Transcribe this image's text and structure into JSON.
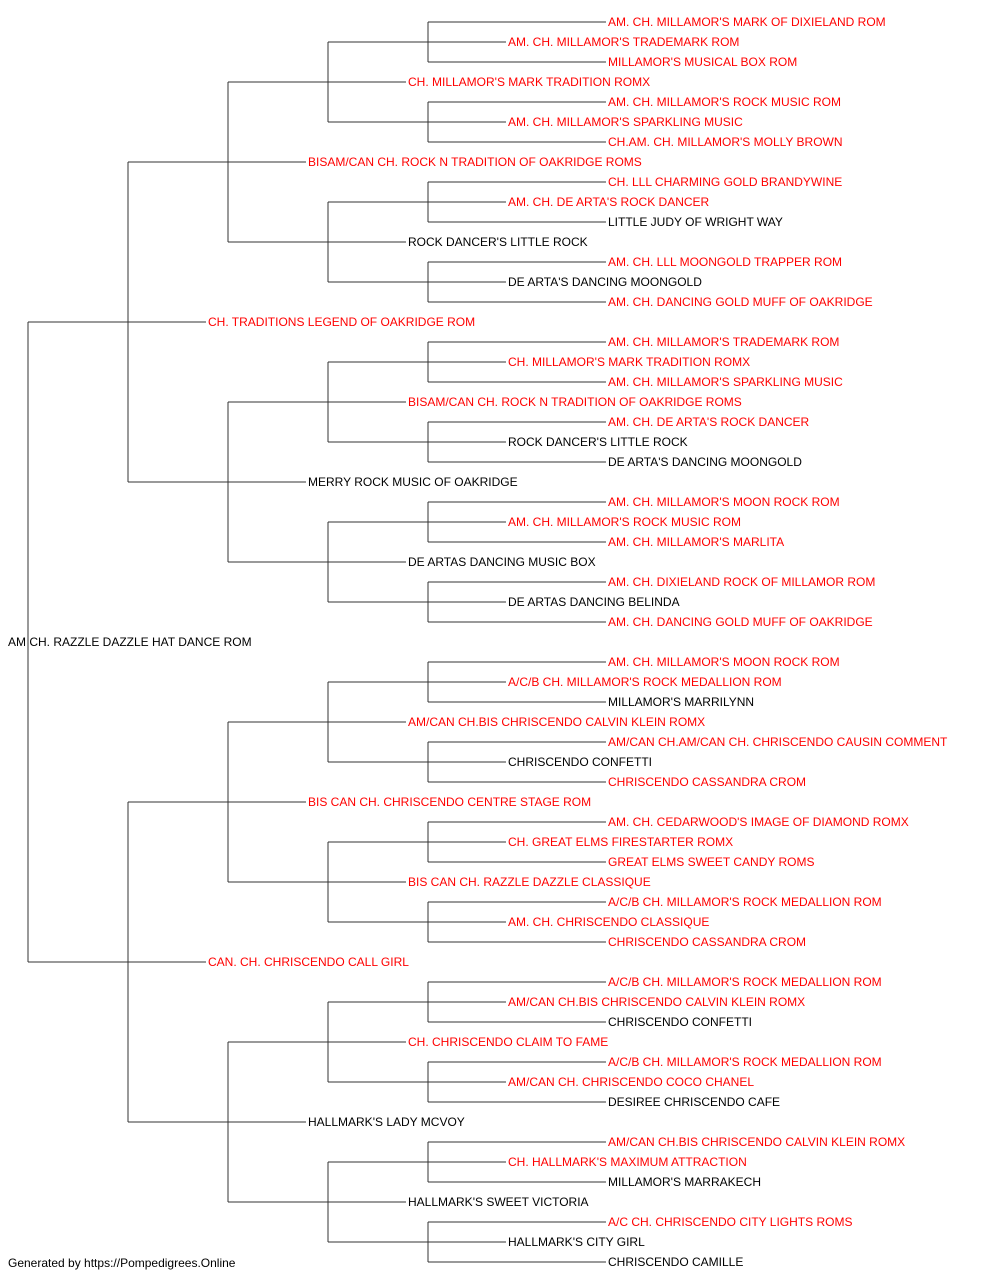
{
  "colors": {
    "titled": "#ff0000",
    "untitled": "#000000",
    "connector": "#333333"
  },
  "pedigree": {
    "name": "AM CH. RAZZLE DAZZLE HAT DANCE ROM",
    "titled": false,
    "sire": {
      "name": "CH. TRADITIONS LEGEND OF OAKRIDGE ROM",
      "titled": true,
      "sire": {
        "name": "BISAM/CAN CH. ROCK N TRADITION OF OAKRIDGE ROMS",
        "titled": true,
        "sire": {
          "name": "CH. MILLAMOR'S MARK TRADITION ROMX",
          "titled": true,
          "sire": {
            "name": "AM. CH. MILLAMOR'S TRADEMARK ROM",
            "titled": true,
            "sire": {
              "name": "AM. CH. MILLAMOR'S MARK OF DIXIELAND ROM",
              "titled": true
            },
            "dam": {
              "name": "MILLAMOR'S MUSICAL BOX ROM",
              "titled": true
            }
          },
          "dam": {
            "name": "AM. CH. MILLAMOR'S SPARKLING MUSIC",
            "titled": true,
            "sire": {
              "name": "AM. CH. MILLAMOR'S ROCK MUSIC ROM",
              "titled": true
            },
            "dam": {
              "name": "CH.AM. CH. MILLAMOR'S MOLLY BROWN",
              "titled": true
            }
          }
        },
        "dam": {
          "name": "ROCK DANCER'S LITTLE ROCK",
          "titled": false,
          "sire": {
            "name": "AM. CH. DE ARTA'S ROCK DANCER",
            "titled": true,
            "sire": {
              "name": "CH. LLL CHARMING GOLD BRANDYWINE",
              "titled": true
            },
            "dam": {
              "name": "LITTLE JUDY OF WRIGHT WAY",
              "titled": false
            }
          },
          "dam": {
            "name": "DE ARTA'S DANCING MOONGOLD",
            "titled": false,
            "sire": {
              "name": "AM. CH. LLL MOONGOLD TRAPPER ROM",
              "titled": true
            },
            "dam": {
              "name": "AM. CH. DANCING GOLD MUFF OF OAKRIDGE",
              "titled": true
            }
          }
        }
      },
      "dam": {
        "name": "MERRY ROCK MUSIC OF OAKRIDGE",
        "titled": false,
        "sire": {
          "name": "BISAM/CAN CH. ROCK N TRADITION OF OAKRIDGE ROMS",
          "titled": true,
          "sire": {
            "name": "CH. MILLAMOR'S MARK TRADITION ROMX",
            "titled": true,
            "sire": {
              "name": "AM. CH. MILLAMOR'S TRADEMARK ROM",
              "titled": true
            },
            "dam": {
              "name": "AM. CH. MILLAMOR'S SPARKLING MUSIC",
              "titled": true
            }
          },
          "dam": {
            "name": "ROCK DANCER'S LITTLE ROCK",
            "titled": false,
            "sire": {
              "name": "AM. CH. DE ARTA'S ROCK DANCER",
              "titled": true
            },
            "dam": {
              "name": "DE ARTA'S DANCING MOONGOLD",
              "titled": false
            }
          }
        },
        "dam": {
          "name": "DE ARTAS DANCING MUSIC BOX",
          "titled": false,
          "sire": {
            "name": "AM. CH. MILLAMOR'S ROCK MUSIC ROM",
            "titled": true,
            "sire": {
              "name": "AM. CH. MILLAMOR'S MOON ROCK ROM",
              "titled": true
            },
            "dam": {
              "name": "AM. CH. MILLAMOR'S MARLITA",
              "titled": true
            }
          },
          "dam": {
            "name": "DE ARTAS DANCING BELINDA",
            "titled": false,
            "sire": {
              "name": "AM. CH. DIXIELAND ROCK OF MILLAMOR ROM",
              "titled": true
            },
            "dam": {
              "name": "AM. CH. DANCING GOLD MUFF OF OAKRIDGE",
              "titled": true
            }
          }
        }
      }
    },
    "dam": {
      "name": "CAN. CH. CHRISCENDO CALL GIRL",
      "titled": true,
      "sire": {
        "name": "BIS CAN CH. CHRISCENDO CENTRE STAGE ROM",
        "titled": true,
        "sire": {
          "name": "AM/CAN CH.BIS CHRISCENDO CALVIN KLEIN ROMX",
          "titled": true,
          "sire": {
            "name": "A/C/B CH. MILLAMOR'S ROCK MEDALLION ROM",
            "titled": true,
            "sire": {
              "name": "AM. CH. MILLAMOR'S MOON ROCK ROM",
              "titled": true
            },
            "dam": {
              "name": "MILLAMOR'S MARRILYNN",
              "titled": false
            }
          },
          "dam": {
            "name": "CHRISCENDO CONFETTI",
            "titled": false,
            "sire": {
              "name": "AM/CAN CH.AM/CAN CH. CHRISCENDO CAUSIN COMMENT",
              "titled": true
            },
            "dam": {
              "name": "CHRISCENDO CASSANDRA CROM",
              "titled": true
            }
          }
        },
        "dam": {
          "name": "BIS CAN CH. RAZZLE DAZZLE CLASSIQUE",
          "titled": true,
          "sire": {
            "name": "CH. GREAT ELMS FIRESTARTER ROMX",
            "titled": true,
            "sire": {
              "name": "AM. CH. CEDARWOOD'S IMAGE OF DIAMOND ROMX",
              "titled": true
            },
            "dam": {
              "name": "GREAT ELMS SWEET CANDY ROMS",
              "titled": true
            }
          },
          "dam": {
            "name": "AM. CH. CHRISCENDO CLASSIQUE",
            "titled": true,
            "sire": {
              "name": "A/C/B CH. MILLAMOR'S ROCK MEDALLION ROM",
              "titled": true
            },
            "dam": {
              "name": "CHRISCENDO CASSANDRA CROM",
              "titled": true
            }
          }
        }
      },
      "dam": {
        "name": "HALLMARK'S LADY MCVOY",
        "titled": false,
        "sire": {
          "name": "CH. CHRISCENDO CLAIM TO FAME",
          "titled": true,
          "sire": {
            "name": "AM/CAN CH.BIS CHRISCENDO CALVIN KLEIN ROMX",
            "titled": true,
            "sire": {
              "name": "A/C/B CH. MILLAMOR'S ROCK MEDALLION ROM",
              "titled": true
            },
            "dam": {
              "name": "CHRISCENDO CONFETTI",
              "titled": false
            }
          },
          "dam": {
            "name": "AM/CAN CH. CHRISCENDO COCO CHANEL",
            "titled": true,
            "sire": {
              "name": "A/C/B CH. MILLAMOR'S ROCK MEDALLION ROM",
              "titled": true
            },
            "dam": {
              "name": "DESIREE CHRISCENDO CAFE",
              "titled": false
            }
          }
        },
        "dam": {
          "name": "HALLMARK'S SWEET VICTORIA",
          "titled": false,
          "sire": {
            "name": "CH. HALLMARK'S MAXIMUM ATTRACTION",
            "titled": true,
            "sire": {
              "name": "AM/CAN CH.BIS CHRISCENDO CALVIN KLEIN ROMX",
              "titled": true
            },
            "dam": {
              "name": "MILLAMOR'S MARRAKECH",
              "titled": false
            }
          },
          "dam": {
            "name": "HALLMARK'S CITY GIRL",
            "titled": false,
            "sire": {
              "name": "A/C CH. CHRISCENDO CITY LIGHTS ROMS",
              "titled": true
            },
            "dam": {
              "name": "CHRISCENDO CAMILLE",
              "titled": false
            }
          }
        }
      }
    }
  },
  "footer": {
    "text": "Generated by https://Pompedigrees.Online"
  }
}
